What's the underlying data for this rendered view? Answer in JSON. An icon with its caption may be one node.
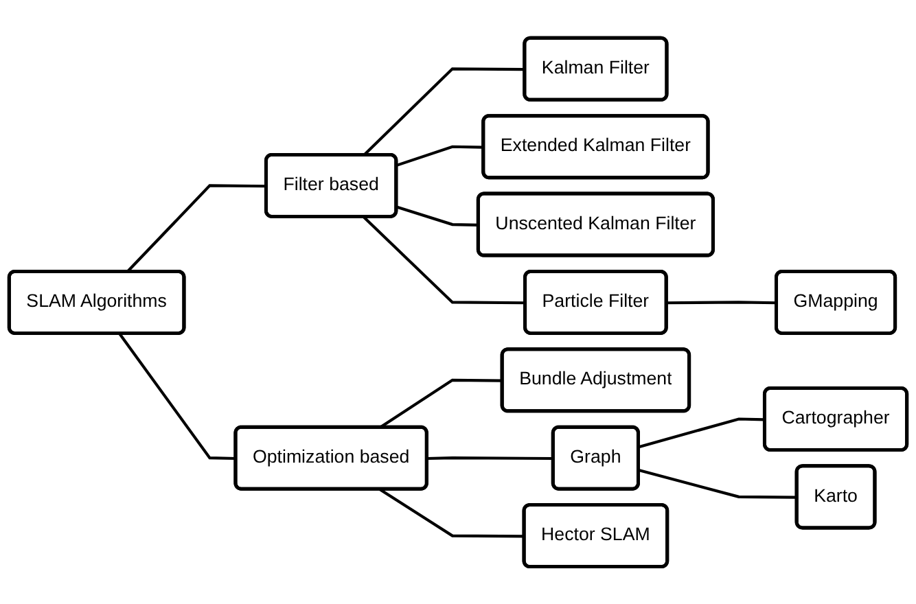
{
  "diagram": {
    "nodes": [
      {
        "text": [
          "SLAM Algorithms"
        ]
      },
      {
        "text": [
          "Filter based"
        ]
      },
      {
        "text": [
          "Kalman Filter"
        ]
      },
      {
        "text": [
          "Extended Kalman Filter"
        ]
      },
      {
        "text": [
          "Unscented Kalman Filter"
        ]
      },
      {
        "text": [
          "Particle Filter"
        ]
      },
      {
        "text": [
          "GMapping"
        ]
      },
      {
        "text": [
          "Optimization based"
        ]
      },
      {
        "text": [
          "Bundle Adjustment"
        ]
      },
      {
        "text": [
          "Graph"
        ]
      },
      {
        "text": [
          "Cartographer"
        ]
      },
      {
        "text": [
          "Karto"
        ]
      },
      {
        "text": [
          "Hector SLAM"
        ]
      }
    ],
    "edges": [
      {
        "from": 0,
        "to": 1,
        "arrow": "none"
      },
      {
        "from": 0,
        "to": 7,
        "arrow": "none"
      },
      {
        "from": 1,
        "to": 2,
        "arrow": "none"
      },
      {
        "from": 1,
        "to": 3,
        "arrow": "none"
      },
      {
        "from": 1,
        "to": 4,
        "arrow": "none"
      },
      {
        "from": 1,
        "to": 5,
        "arrow": "none"
      },
      {
        "from": 5,
        "to": 6,
        "arrow": "none"
      },
      {
        "from": 7,
        "to": 8,
        "arrow": "none"
      },
      {
        "from": 7,
        "to": 9,
        "arrow": "none"
      },
      {
        "from": 7,
        "to": 12,
        "arrow": "none"
      },
      {
        "from": 9,
        "to": 10,
        "arrow": "none"
      },
      {
        "from": 9,
        "to": 11,
        "arrow": "none"
      }
    ]
  }
}
